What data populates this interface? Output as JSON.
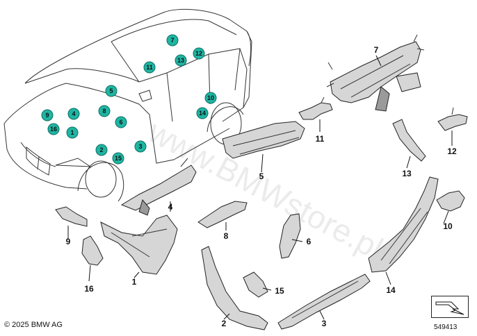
{
  "watermark": "www.BMWstore.pl",
  "copyright": "© 2025 BMW AG",
  "diagram_id": "549413",
  "car_markers": [
    {
      "label": "7"
    },
    {
      "label": "13"
    },
    {
      "label": "12"
    },
    {
      "label": "11"
    },
    {
      "label": "5"
    },
    {
      "label": "10"
    },
    {
      "label": "9"
    },
    {
      "label": "4"
    },
    {
      "label": "8"
    },
    {
      "label": "6"
    },
    {
      "label": "14"
    },
    {
      "label": "16"
    },
    {
      "label": "1"
    },
    {
      "label": "2"
    },
    {
      "label": "3"
    },
    {
      "label": "15"
    }
  ],
  "part_callouts": [
    {
      "label": "7"
    },
    {
      "label": "11"
    },
    {
      "label": "12"
    },
    {
      "label": "13"
    },
    {
      "label": "5"
    },
    {
      "label": "4"
    },
    {
      "label": "8"
    },
    {
      "label": "6"
    },
    {
      "label": "10"
    },
    {
      "label": "9"
    },
    {
      "label": "16"
    },
    {
      "label": "1"
    },
    {
      "label": "15"
    },
    {
      "label": "14"
    },
    {
      "label": "2"
    },
    {
      "label": "3"
    }
  ],
  "colors": {
    "marker_fill": "#1fb5a3",
    "marker_stroke": "#0e6f63",
    "part_fill": "#d6d6d6",
    "part_outline": "#222222"
  },
  "icons": {
    "nav": "arrow-right-down-icon"
  }
}
